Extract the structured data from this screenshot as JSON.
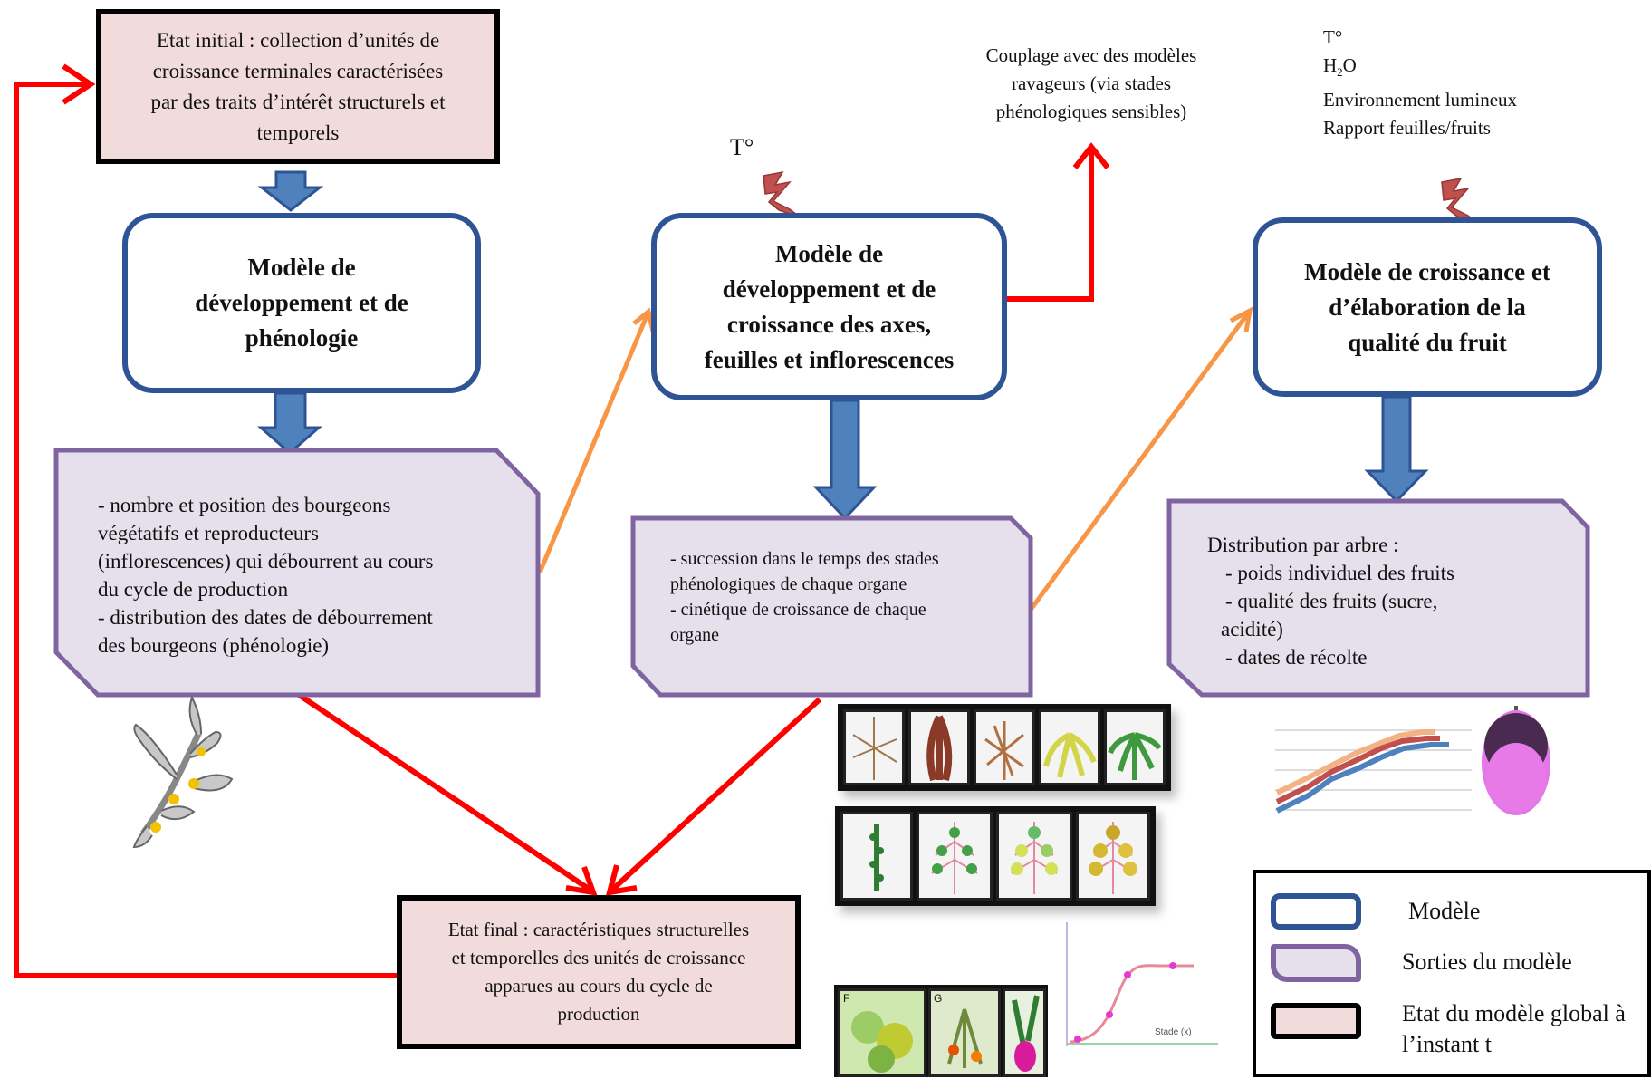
{
  "state_initial": {
    "lines": [
      "Etat initial : collection d’unités de",
      "croissance terminales  caractérisées",
      "par des traits d’intérêt structurels et",
      "temporels"
    ]
  },
  "state_final": {
    "lines": [
      "Etat final : caractéristiques structurelles",
      "et temporelles des unités de croissance",
      "apparues au cours du cycle de",
      "production"
    ]
  },
  "model_1": {
    "lines": [
      "Modèle de",
      "développement et de",
      "phénologie"
    ]
  },
  "model_2": {
    "lines": [
      "Modèle de",
      "développement  et de",
      "croissance des axes,",
      "feuilles et inflorescences"
    ]
  },
  "model_3": {
    "lines": [
      "Modèle de croissance et",
      "d’élaboration de la",
      "qualité du fruit"
    ]
  },
  "output_1": {
    "lines": [
      "- nombre et position des bourgeons",
      "végétatifs et reproducteurs",
      "(inflorescences) qui débourrent au cours",
      "du cycle de production",
      "- distribution des dates de débourrement",
      "des bourgeons (phénologie)"
    ]
  },
  "output_2": {
    "lines": [
      "- succession dans le temps des stades",
      "phénologiques de chaque organe",
      "-  cinétique de croissance de chaque",
      "organe"
    ]
  },
  "output_3": {
    "title": "Distribution par arbre :",
    "lines": [
      "-  poids individuel des fruits",
      "-  qualité des fruits (sucre,",
      "acidité)",
      "-  dates de récolte"
    ]
  },
  "coupling": {
    "lines": [
      "Couplage avec des modèles",
      "ravageurs  (via stades",
      "phénologiques sensibles)"
    ]
  },
  "temperature_label": "T°",
  "environment": {
    "temperature": "T°",
    "water_h": "H",
    "water_sub": "2",
    "water_o": "O",
    "light": "Environnement lumineux",
    "ratio": "Rapport feuilles/fruits"
  },
  "legend": {
    "items": [
      {
        "label": "Modèle",
        "color": "#2f5496"
      },
      {
        "label": "Sorties du modèle",
        "color": "#8064a2"
      },
      {
        "label": "Etat du modèle global à l’instant t",
        "color": "#000000"
      }
    ]
  },
  "panel_labels": {
    "f": "F",
    "g": "G"
  },
  "growth_axis_label": "Stade (x)",
  "colors": {
    "model_border": "#2f5496",
    "output_border": "#8064a2",
    "output_fill": "#e6e0ec",
    "state_fill": "#f2dcdb",
    "flow_arrow": "#4f81bd",
    "red_arrow": "#ff0000",
    "orange_arrow": "#f79646",
    "lightning": "#c0504d"
  }
}
